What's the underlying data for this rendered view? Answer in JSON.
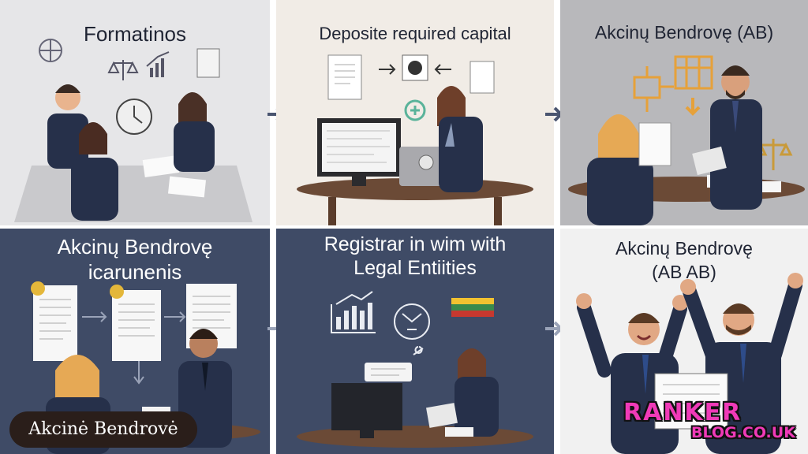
{
  "panels": [
    {
      "title": "Formatinos"
    },
    {
      "title": "Deposite required capital"
    },
    {
      "title": "Akcinų Bendrovę (AB)"
    },
    {
      "title_lines": [
        "Akcinų Bendrovę",
        "icarunenis"
      ]
    },
    {
      "title_lines": [
        "Registrar in wim with",
        "Legal Entiities"
      ]
    },
    {
      "title_lines": [
        "Akcinų Bendrovę",
        "(AB AB)"
      ]
    }
  ],
  "badge": {
    "text": "Akcinė Bendrovė"
  },
  "brand": {
    "line1": "RANKER",
    "line2": "BLOG.CO.UK"
  },
  "colors": {
    "top_bg": "#e8e8ea",
    "mid_bg": "#f1ece6",
    "gray_bg": "#b7b7ba",
    "navy_bg": "#3f4b66",
    "suit": "#26304a",
    "desk": "#6b4a36"
  }
}
